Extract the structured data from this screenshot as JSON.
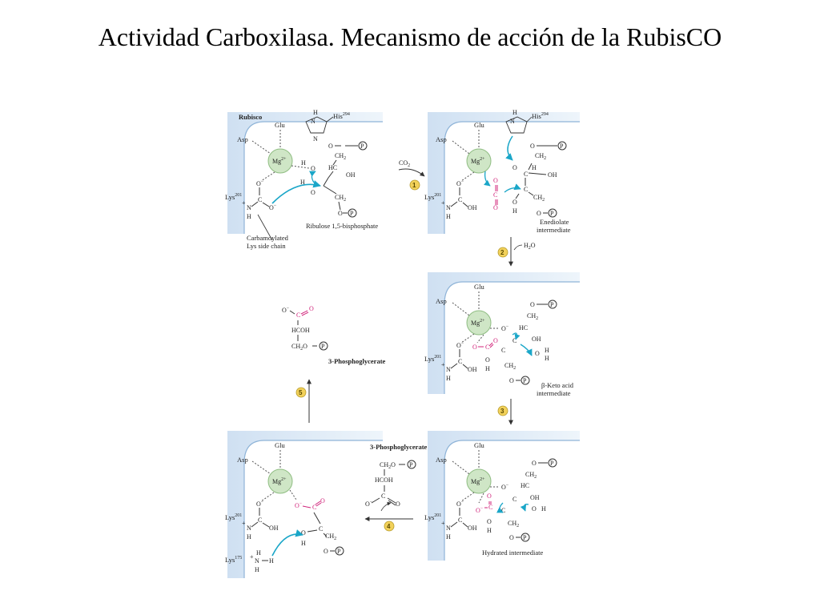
{
  "title": "Actividad Carboxilasa. Mecanismo de acción de la RubisCO",
  "colors": {
    "panel_bg": "#ddeaf6",
    "panel_edge": "#8fb4d8",
    "mg_fill": "#cfe6c6",
    "mg_stroke": "#8fbd82",
    "arrow_cyan": "#1aa6c8",
    "highlight_pink": "#d0237a",
    "step_badge": "#f2d15a"
  },
  "panels": {
    "p1": {
      "rubisco": "Rubisco",
      "glu": "Glu",
      "asp": "Asp",
      "his": "His",
      "his_sup": "294",
      "lys": "Lys",
      "lys_sup": "201",
      "mg": "Mg",
      "mg_sup": "2+",
      "substrate": "Ribulose 1,5-bisphosphate",
      "carb_line1": "Carbamoylated",
      "carb_line2": "Lys side chain"
    },
    "p2": {
      "glu": "Glu",
      "asp": "Asp",
      "his": "His",
      "his_sup": "294",
      "lys": "Lys",
      "lys_sup": "201",
      "mg": "Mg",
      "mg_sup": "2+",
      "caption_line1": "Enediolate",
      "caption_line2": "intermediate"
    },
    "p3": {
      "glu": "Glu",
      "asp": "Asp",
      "lys": "Lys",
      "lys_sup": "201",
      "mg": "Mg",
      "mg_sup": "2+",
      "caption_line1": "β-Keto acid",
      "caption_line2": "intermediate"
    },
    "p4": {
      "glu": "Glu",
      "asp": "Asp",
      "lys": "Lys",
      "lys_sup": "201",
      "mg": "Mg",
      "mg_sup": "2+",
      "caption": "Hydrated intermediate"
    },
    "p5": {
      "glu": "Glu",
      "asp": "Asp",
      "lys": "Lys",
      "lys_sup": "201",
      "lys2": "Lys",
      "lys2_sup": "175",
      "mg": "Mg",
      "mg_sup": "2+"
    }
  },
  "free_products": {
    "top": {
      "label": "3-Phosphoglycerate"
    },
    "middle": {
      "label": "3-Phosphoglycerate"
    }
  },
  "steps": {
    "s1": {
      "num": "1",
      "reagent": "CO",
      "reagent_sub": "2"
    },
    "s2": {
      "num": "2",
      "reagent": "H",
      "reagent_sub": "2",
      "reagent_tail": "O"
    },
    "s3": {
      "num": "3"
    },
    "s4": {
      "num": "4"
    },
    "s5": {
      "num": "5"
    }
  },
  "atoms": {
    "O": "O",
    "Ominus": "O",
    "minus": "−",
    "plus": "+",
    "H": "H",
    "N": "N",
    "C": "C",
    "P": "P",
    "OH": "OH",
    "HC": "HC",
    "CH2": "CH",
    "two": "2",
    "HCOH": "HCOH",
    "CH2O": "CH",
    "HCOHlabel": "HCOH"
  }
}
